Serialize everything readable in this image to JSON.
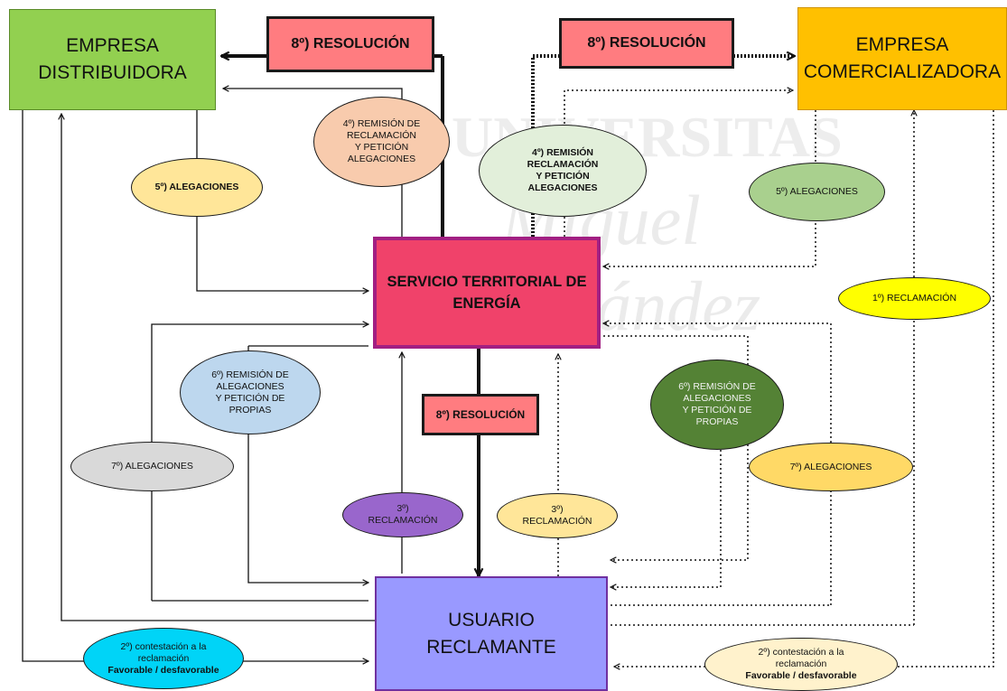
{
  "watermark": {
    "line1": "UNIVERSITAS",
    "line2": "Miguel",
    "line3": "Hernández"
  },
  "nodes": {
    "distribuidora": {
      "l1": "EMPRESA",
      "l2": "DISTRIBUIDORA",
      "color": "#92d050"
    },
    "comercializadora": {
      "l1": "EMPRESA",
      "l2": "COMERCIALIZADORA",
      "color": "#ffc000"
    },
    "servicio": {
      "l1": "SERVICIO TERRITORIAL DE",
      "l2": "ENERGÍA",
      "color": "#f0426a",
      "border": "#a21f82"
    },
    "usuario": {
      "l1": "USUARIO",
      "l2": "RECLAMANTE",
      "color": "#9999ff",
      "border": "#7030a0"
    }
  },
  "resoluciones": {
    "top_left": "8º) RESOLUCIÓN",
    "top_right": "8º) RESOLUCIÓN",
    "center": "8º) RESOLUCIÓN",
    "color": "#ff7c80"
  },
  "steps": {
    "remision4_left": {
      "lines": [
        "4º) REMISIÓN DE",
        "RECLAMACIÓN",
        "Y PETICIÓN",
        "ALEGACIONES"
      ],
      "color": "#f8cbad"
    },
    "remision4_right": {
      "lines": [
        "4º) REMISIÓN",
        "RECLAMACIÓN",
        "Y PETICIÓN",
        "ALEGACIONES"
      ],
      "color": "#e2efda"
    },
    "alegaciones5_left": {
      "lines": [
        "5º) ALEGACIONES"
      ],
      "color": "#ffe699"
    },
    "alegaciones5_right": {
      "lines": [
        "5º) ALEGACIONES"
      ],
      "color": "#a9d08e"
    },
    "reclamacion1": {
      "lines": [
        "1º) RECLAMACIÓN"
      ],
      "color": "#ffff00"
    },
    "remision6_left": {
      "lines": [
        "6º) REMISIÓN DE",
        "ALEGACIONES",
        "Y PETICIÓN DE",
        "PROPIAS"
      ],
      "color": "#bdd7ee"
    },
    "remision6_right": {
      "lines": [
        "6º) REMISIÓN DE",
        "ALEGACIONES",
        "Y PETICIÓN DE",
        "PROPIAS"
      ],
      "color": "#548235"
    },
    "alegaciones7_left": {
      "lines": [
        "7º) ALEGACIONES"
      ],
      "color": "#d9d9d9"
    },
    "alegaciones7_right": {
      "lines": [
        "7º) ALEGACIONES"
      ],
      "color": "#ffd966"
    },
    "reclamacion3_left": {
      "lines": [
        "3º)",
        "RECLAMACIÓN"
      ],
      "color": "#9966cc"
    },
    "reclamacion3_right": {
      "lines": [
        "3º)",
        "RECLAMACIÓN"
      ],
      "color": "#ffe699"
    },
    "contestacion2_left": {
      "lines": [
        "2º) contestación a la",
        "reclamación",
        "Favorable / desfavorable"
      ],
      "color": "#00d4f7"
    },
    "contestacion2_right": {
      "lines": [
        "2º) contestación a la",
        "reclamación",
        "Favorable / desfavorable"
      ],
      "color": "#fff2cc"
    }
  }
}
